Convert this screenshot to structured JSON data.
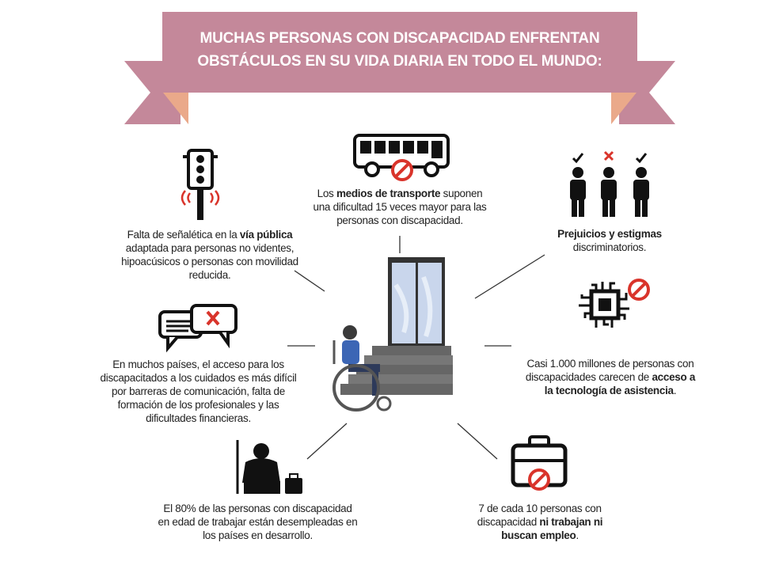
{
  "banner": {
    "line1": "MUCHAS PERSONAS CON DISCAPACIDAD ENFRENTAN",
    "line2": "OBSTÁCULOS EN SU VIDA DIARIA EN TODO EL MUNDO:"
  },
  "colors": {
    "banner": "#c4889a",
    "ribbon_fold": "#eaa98a",
    "accent_red": "#d9342b",
    "text": "#222222"
  },
  "items": {
    "transport": {
      "icon": "bus-icon",
      "p1": "Los ",
      "b1": "medios de transporte",
      "p2": " suponen una dificultad 15 veces mayor para las personas con discapacidad."
    },
    "signage": {
      "icon": "traffic-light-icon",
      "p1": "Falta de señalética en la ",
      "b1": "vía pública",
      "p2": " adaptada para personas no videntes, hipoacúsicos o personas con movilidad reducida."
    },
    "prejudice": {
      "icon": "people-icon",
      "b1": "Prejuicios y estigmas",
      "p2": " discriminatorios."
    },
    "communication": {
      "icon": "chat-bubbles-icon",
      "p1": "En muchos países, el acceso para los discapacitados a los cuidados es más difícil por barreras de comunicación, falta de formación de los profesionales y las dificultades financieras."
    },
    "technology": {
      "icon": "chip-icon",
      "p1": "Casi 1.000 millones de personas con discapacidades carecen de ",
      "b1": "acceso a la tecnología de asistencia",
      "p2": "."
    },
    "unemployment": {
      "icon": "sad-person-icon",
      "p1": "El 80% de las personas con discapacidad en edad de trabajar están desempleadas en los países en desarrollo."
    },
    "work": {
      "icon": "briefcase-icon",
      "p1": "7 de cada 10 personas con ",
      "p1b": "discapacidad ",
      "b1": "ni trabajan ni buscan empleo",
      "p2": "."
    }
  }
}
